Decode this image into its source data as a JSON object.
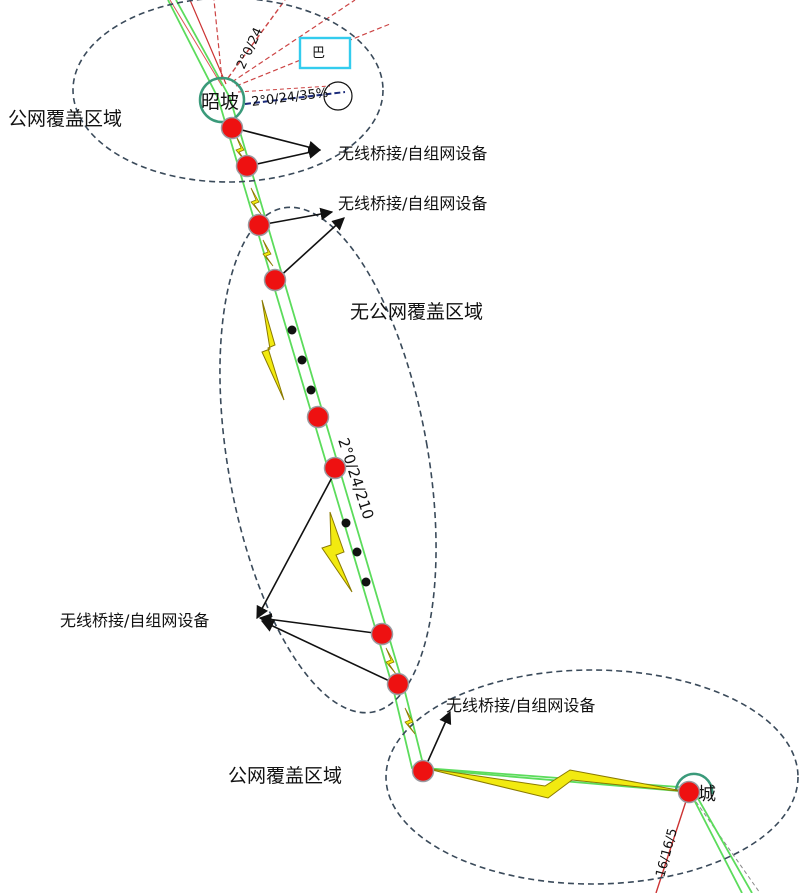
{
  "colors": {
    "line": "#5cdc5c",
    "node": "#ee1111",
    "node_outline": "#9a9aa0",
    "arrow": "#111111",
    "zone": "#3a4a5a",
    "bolt": "#f2ea10",
    "bolt_outline": "#8a7a00",
    "dashed_red": "#cc4444",
    "dashed_navy": "#1a2a7a",
    "station_ring": "#3a9a7a",
    "cyan_box": "#33ccee"
  },
  "zones": {
    "top": "公网覆盖区域",
    "middle": "无公网覆盖区域",
    "bottom": "公网覆盖区域"
  },
  "device_label": "无线桥接/自组网设备",
  "device_labels": [
    "无线桥接/自组网设备",
    "无线桥接/自组网设备",
    "无线桥接/自组网设备",
    "无线桥接/自组网设备"
  ],
  "stations": {
    "top_name": "昭坡",
    "bottom_name": "城"
  },
  "line_codes": {
    "middle": "2°0/24/210",
    "top_blue": "2°0/24/35%",
    "top_red": "2°0/24",
    "bottom": "16/16/5"
  },
  "map_box": {
    "label": "巴"
  },
  "icons": {
    "node": "red-circle-icon",
    "bolt": "lightning-bolt-icon",
    "dot": "ellipsis-dot-icon"
  }
}
